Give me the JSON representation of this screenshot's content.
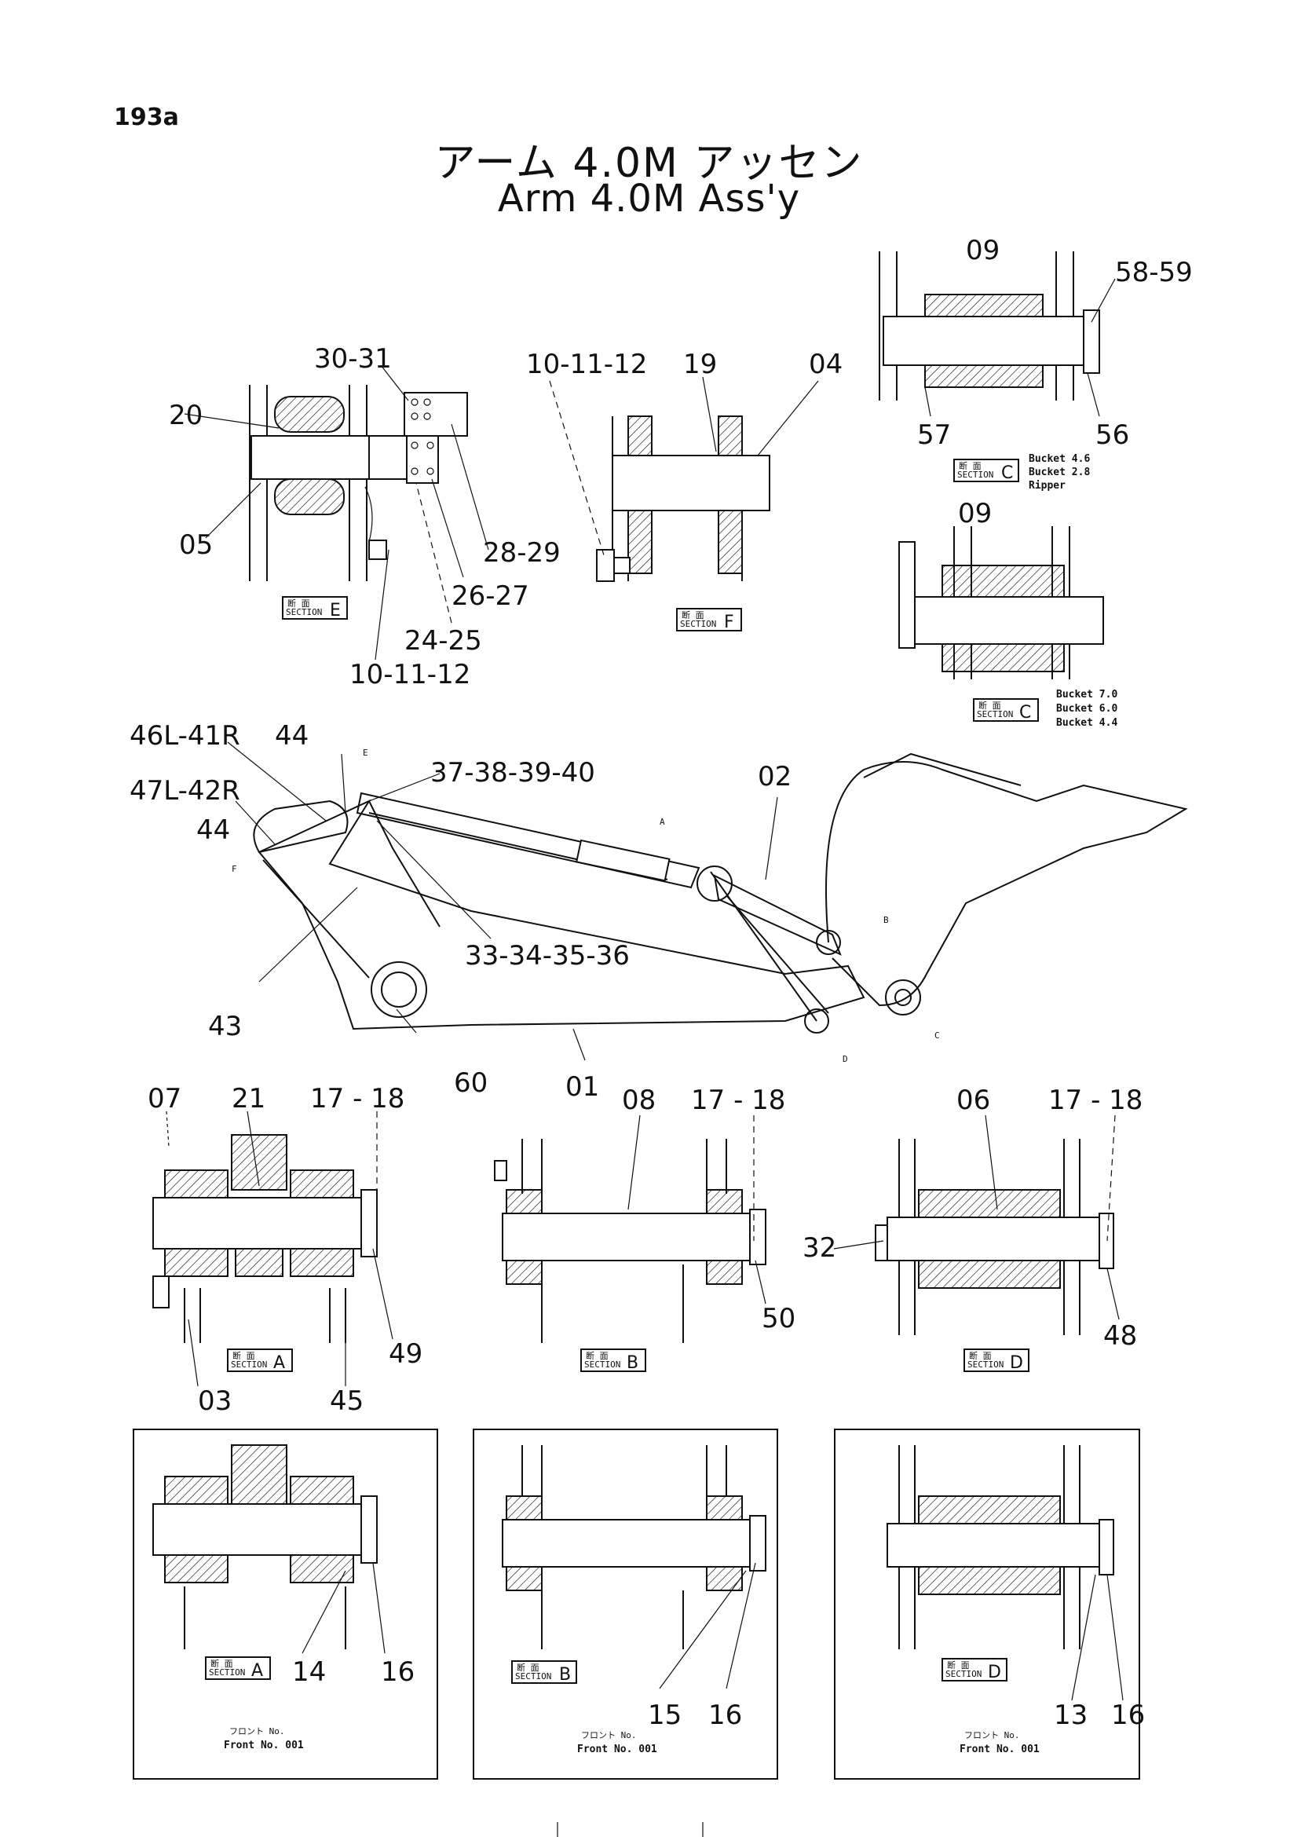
{
  "page_number": "193a",
  "title_jp": "アーム 4.0M アッセン",
  "title_en": "Arm 4.0M Ass'y",
  "section_markers": {
    "A": "A",
    "B": "B",
    "C": "C",
    "D": "D",
    "E": "E",
    "F": "F",
    "section_word": "SECTION",
    "jp_mark": "断 面"
  },
  "section_E": {
    "labels": [
      "30-31",
      "20",
      "05",
      "28-29",
      "26-27",
      "24-25",
      "10-11-12"
    ]
  },
  "section_F": {
    "labels": [
      "10-11-12",
      "19",
      "04"
    ]
  },
  "section_C_top": {
    "labels": [
      "09",
      "58-59",
      "57",
      "56"
    ],
    "notes": [
      "Bucket 4.6",
      "Bucket 2.8",
      "Ripper"
    ]
  },
  "section_C_bottom": {
    "labels": [
      "09"
    ],
    "notes": [
      "Bucket 7.0",
      "Bucket 6.0",
      "Bucket 4.4"
    ]
  },
  "main_view": {
    "labels": [
      "46L-41R",
      "44",
      "47L-42R",
      "44",
      "37-38-39-40",
      "02",
      "33-34-35-36",
      "43",
      "60",
      "01"
    ]
  },
  "section_A": {
    "labels": [
      "07",
      "21",
      "17 - 18",
      "49",
      "03",
      "45"
    ]
  },
  "section_B": {
    "labels": [
      "08",
      "17 - 18",
      "50"
    ]
  },
  "section_D": {
    "labels": [
      "06",
      "17 - 18",
      "32",
      "48"
    ]
  },
  "front_boxes": [
    {
      "labels": [
        "14",
        "16"
      ],
      "front_jp": "フロント No.",
      "front_en": "Front No. 001"
    },
    {
      "labels": [
        "15",
        "16"
      ],
      "front_jp": "フロント No.",
      "front_en": "Front No. 001"
    },
    {
      "labels": [
        "13",
        "16"
      ],
      "front_jp": "フロント No.",
      "front_en": "Front No. 001"
    }
  ]
}
